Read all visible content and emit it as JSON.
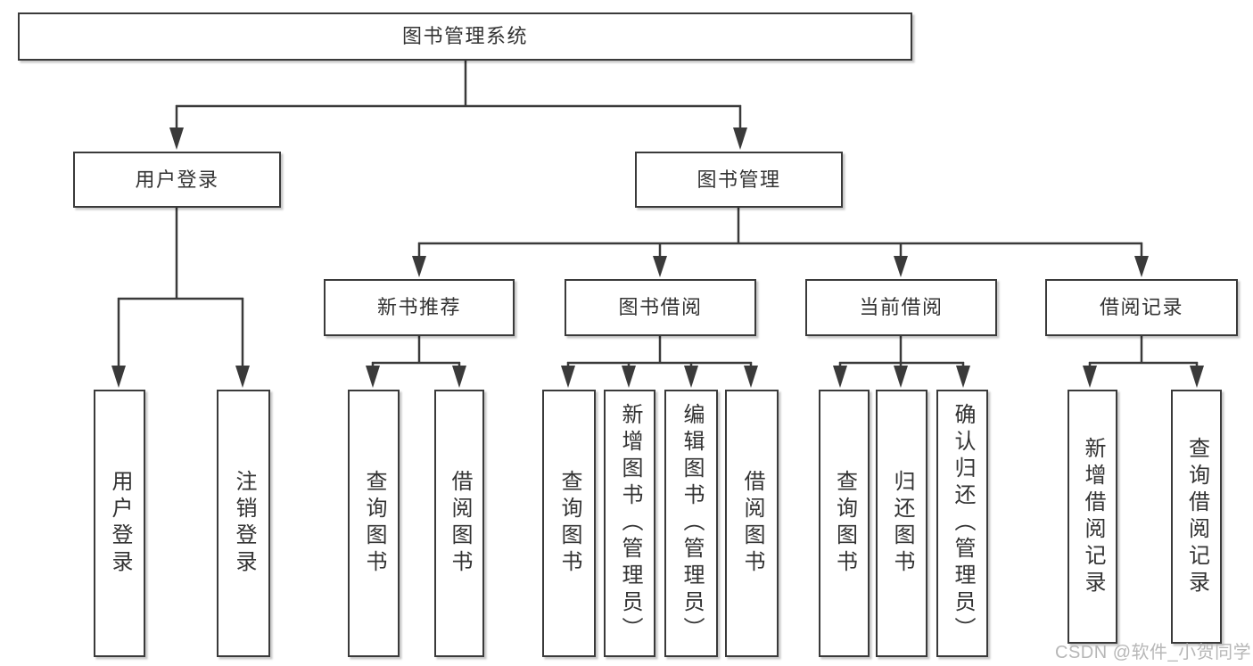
{
  "diagram": {
    "type": "org-structure-tree",
    "title": "图书管理系统",
    "nodes": {
      "root": "图书管理系统",
      "user_login": "用户登录",
      "book_mgmt": "图书管理",
      "new_book_rec": "新书推荐",
      "book_borrow": "图书借阅",
      "current_borrow": "当前借阅",
      "borrow_records": "借阅记录",
      "ul_user_login": "用户登录",
      "ul_logout": "注销登录",
      "nb_query_books": "查询图书",
      "nb_borrow_books": "借阅图书",
      "bb_query_books": "查询图书",
      "bb_add_books_admin": "新增图书（管理员）",
      "bb_edit_books_admin": "编辑图书（管理员）",
      "bb_borrow_books": "借阅图书",
      "cb_query_books": "查询图书",
      "cb_return_books": "归还图书",
      "cb_confirm_return_admin": "确认归还（管理员）",
      "br_add_record": "新增借阅记录",
      "br_query_record": "查询借阅记录"
    },
    "edges": [
      [
        "root",
        "user_login"
      ],
      [
        "root",
        "book_mgmt"
      ],
      [
        "user_login",
        "ul_user_login"
      ],
      [
        "user_login",
        "ul_logout"
      ],
      [
        "book_mgmt",
        "new_book_rec"
      ],
      [
        "book_mgmt",
        "book_borrow"
      ],
      [
        "book_mgmt",
        "current_borrow"
      ],
      [
        "book_mgmt",
        "borrow_records"
      ],
      [
        "new_book_rec",
        "nb_query_books"
      ],
      [
        "new_book_rec",
        "nb_borrow_books"
      ],
      [
        "book_borrow",
        "bb_query_books"
      ],
      [
        "book_borrow",
        "bb_add_books_admin"
      ],
      [
        "book_borrow",
        "bb_edit_books_admin"
      ],
      [
        "book_borrow",
        "bb_borrow_books"
      ],
      [
        "current_borrow",
        "cb_query_books"
      ],
      [
        "current_borrow",
        "cb_return_books"
      ],
      [
        "current_borrow",
        "cb_confirm_return_admin"
      ],
      [
        "borrow_records",
        "br_add_record"
      ],
      [
        "borrow_records",
        "br_query_record"
      ]
    ],
    "colors": {
      "line": "#3a3a3a",
      "box_fill": "#ffffff",
      "text": "#333333",
      "watermark": "#b7b7b7"
    }
  },
  "watermark": {
    "text": "CSDN @软件_小贺同学"
  }
}
